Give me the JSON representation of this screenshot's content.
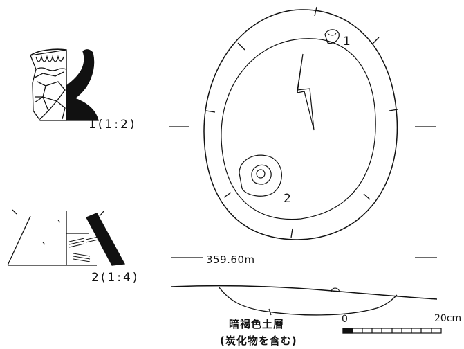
{
  "labels": {
    "fig1_caption": "1(1:2)",
    "fig2_caption": "2(1:4)",
    "feature_1": "1",
    "feature_2": "2",
    "elevation": "359.60m",
    "layer_line1": "暗褐色土層",
    "layer_line2": "(炭化物を含む)",
    "scale_start": "0",
    "scale_end": "20cm"
  },
  "scale_bar": {
    "min": 0,
    "max": 20,
    "unit": "cm"
  },
  "colors": {
    "ink": "#111111",
    "paper": "#ffffff"
  }
}
